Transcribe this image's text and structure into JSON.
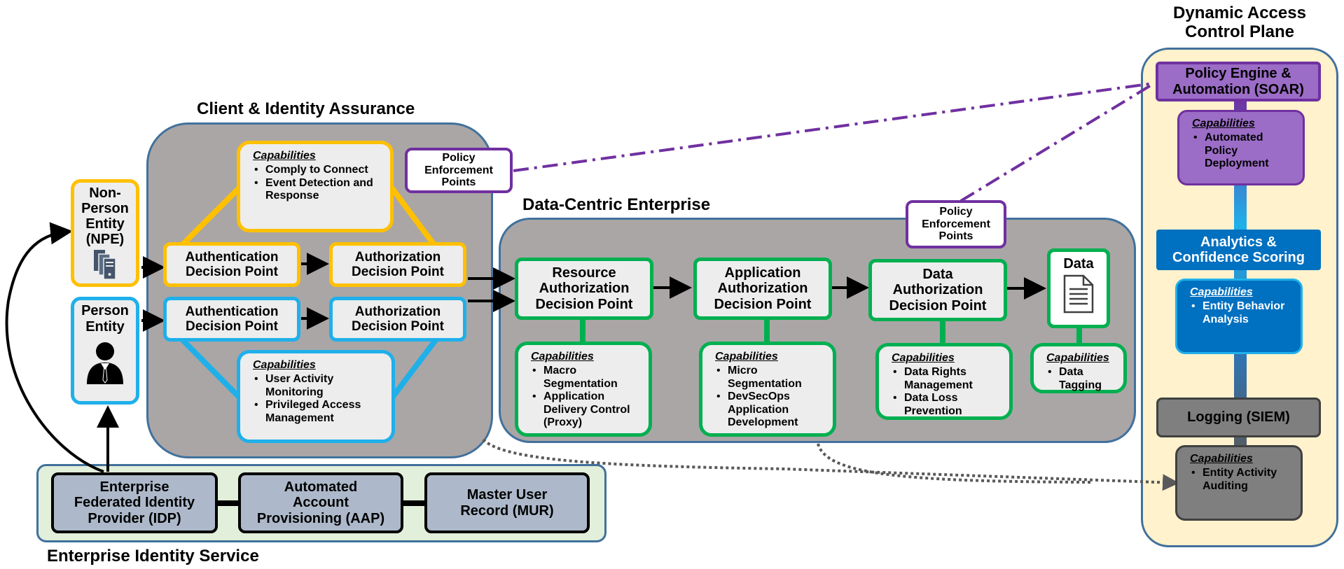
{
  "titles": {
    "client_identity": "Client & Identity Assurance",
    "data_centric": "Data-Centric Enterprise",
    "dynamic_access": "Dynamic Access\nControl Plane",
    "identity_service": "Enterprise Identity Service"
  },
  "entities": {
    "npe": "Non-\nPerson\nEntity\n(NPE)",
    "person": "Person\nEntity"
  },
  "client": {
    "authn_top": "Authentication\nDecision Point",
    "authz_top": "Authorization\nDecision Point",
    "authn_bottom": "Authentication\nDecision Point",
    "authz_bottom": "Authorization\nDecision Point",
    "cap_top": {
      "title": "Capabilities",
      "items": [
        "Comply to Connect",
        "Event Detection and Response"
      ]
    },
    "cap_bottom": {
      "title": "Capabilities",
      "items": [
        "User Activity Monitoring",
        "Privileged Access Management"
      ]
    },
    "pep": "Policy\nEnforcement\nPoints"
  },
  "data_centric": {
    "pep": "Policy\nEnforcement\nPoints",
    "resource": "Resource\nAuthorization\nDecision Point",
    "application": "Application\nAuthorization\nDecision Point",
    "data_auth": "Data\nAuthorization\nDecision Point",
    "data": "Data",
    "cap_resource": {
      "title": "Capabilities",
      "items": [
        "Macro Segmentation",
        "Application Delivery Control (Proxy)"
      ]
    },
    "cap_application": {
      "title": "Capabilities",
      "items": [
        "Micro Segmentation",
        "DevSecOps Application Development"
      ]
    },
    "cap_data_auth": {
      "title": "Capabilities",
      "items": [
        "Data Rights Management",
        "Data Loss Prevention"
      ]
    },
    "cap_data": {
      "title": "Capabilities",
      "items": [
        "Data Tagging"
      ]
    }
  },
  "control_plane": {
    "policy_engine": "Policy Engine &\nAutomation (SOAR)",
    "cap_policy": {
      "title": "Capabilities",
      "items": [
        "Automated Policy Deployment"
      ]
    },
    "analytics": "Analytics &\nConfidence Scoring",
    "cap_analytics": {
      "title": "Capabilities",
      "items": [
        "Entity Behavior Analysis"
      ]
    },
    "logging": "Logging (SIEM)",
    "cap_logging": {
      "title": "Capabilities",
      "items": [
        "Entity Activity Auditing"
      ]
    }
  },
  "identity_service": {
    "idp": "Enterprise\nFederated Identity\nProvider (IDP)",
    "aap": "Automated\nAccount\nProvisioning (AAP)",
    "mur": "Master User\nRecord (MUR)"
  },
  "colors": {
    "region_fill": "#aaa6a6",
    "region_border": "#41719c",
    "yellow": "#ffc000",
    "blue": "#1fb0ea",
    "green": "#00b050",
    "purple": "#7030a0",
    "purple_fill": "#9b6dc6",
    "analytics_blue": "#0070c0",
    "identity_bg": "#e2efda",
    "identity_box": "#adb9ca",
    "control_bg": "#fff2cc",
    "logging_gray": "#7f7f7f"
  },
  "icons": {
    "npe": "server-icon",
    "person": "person-icon",
    "data": "document-icon"
  }
}
